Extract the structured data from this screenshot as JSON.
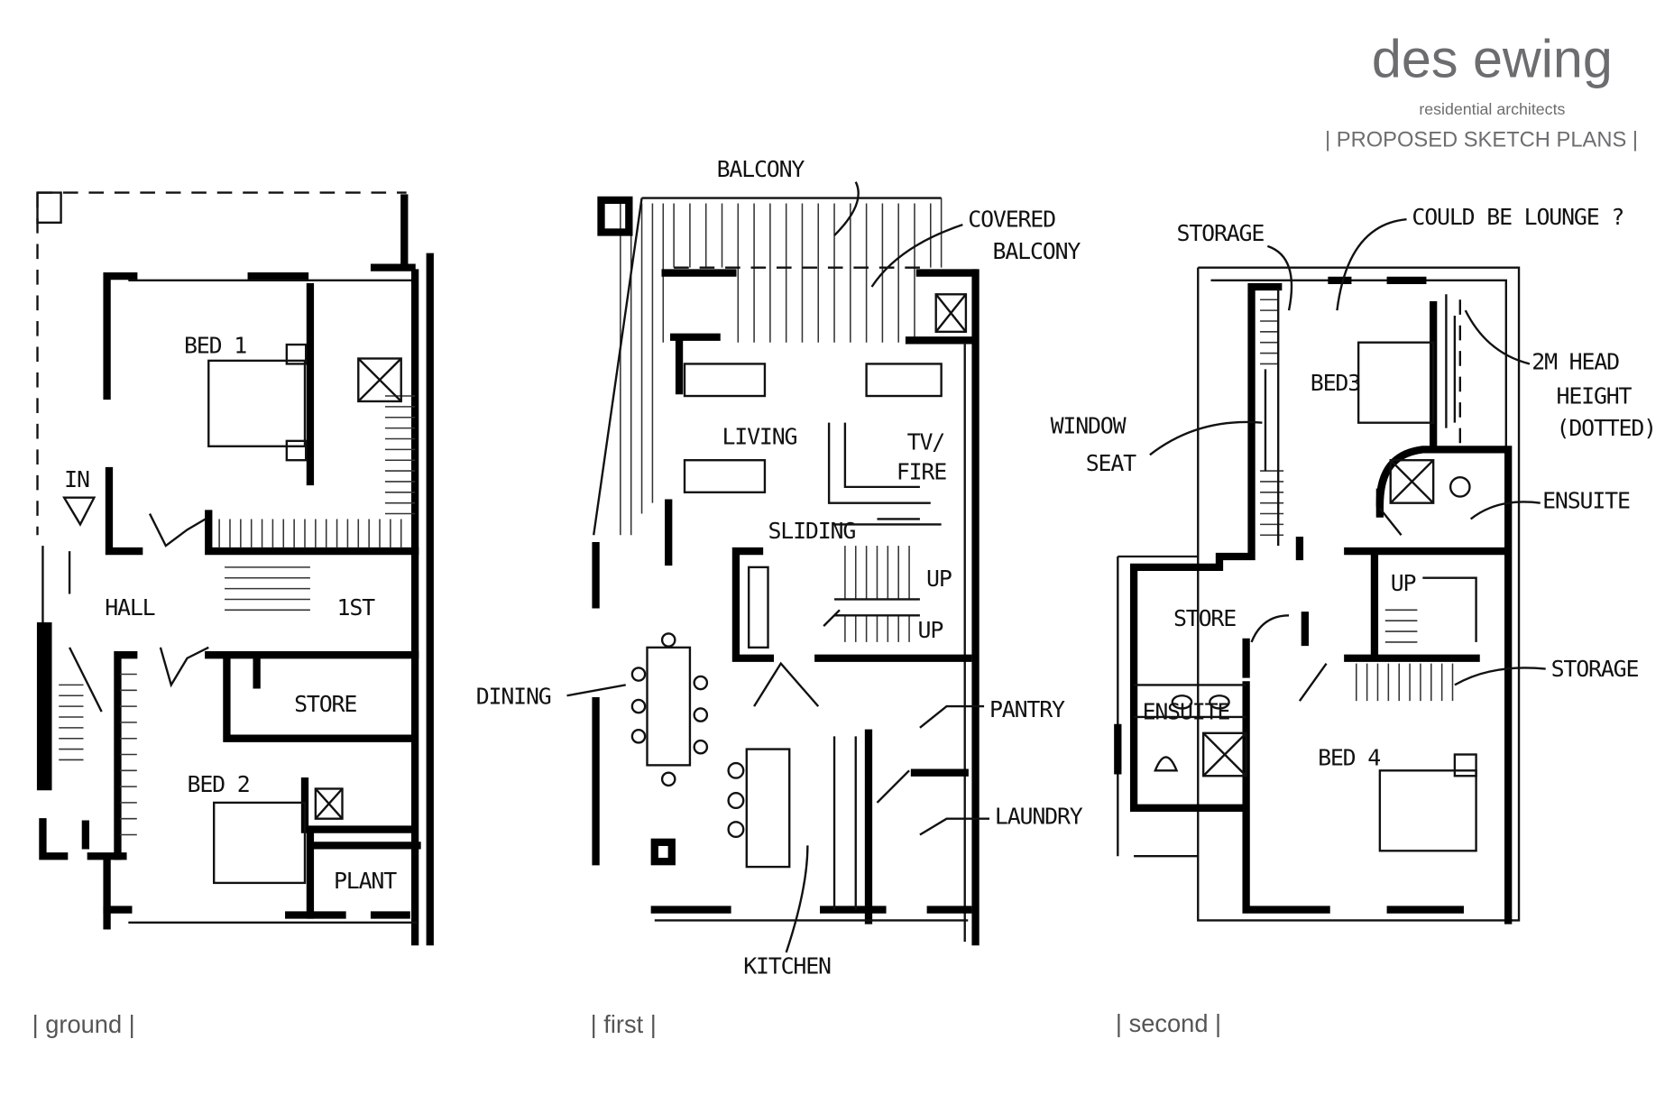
{
  "header": {
    "brand_name": "des ewing",
    "brand_tagline": "residential architects",
    "title": "| PROPOSED SKETCH PLANS |"
  },
  "plans": {
    "ground": {
      "caption": "| ground |",
      "labels": {
        "bed1": "BED 1",
        "in": "IN",
        "hall": "HALL",
        "first": "1ST",
        "store": "STORE",
        "bed2": "BED 2",
        "plant": "PLANT"
      }
    },
    "first": {
      "caption": "| first |",
      "labels": {
        "balcony": "BALCONY",
        "covered_balcony_1": "COVERED",
        "covered_balcony_2": "BALCONY",
        "living": "LIVING",
        "tv_fire_1": "TV/",
        "tv_fire_2": "FIRE",
        "sliding": "SLIDING",
        "up1": "UP",
        "up2": "UP",
        "dining": "DINING",
        "pantry": "PANTRY",
        "laundry": "LAUNDRY",
        "kitchen": "KITCHEN"
      }
    },
    "second": {
      "caption": "| second |",
      "labels": {
        "storage_top": "STORAGE",
        "lounge": "COULD BE LOUNGE ?",
        "bed3": "BED3",
        "head_1": "2M HEAD",
        "head_2": "HEIGHT",
        "head_3": "(DOTTED)",
        "window_1": "WINDOW",
        "window_2": "SEAT",
        "ensuite_right": "ENSUITE",
        "store": "STORE",
        "up": "UP",
        "storage_right": "STORAGE",
        "ensuite_left": "ENSUITE",
        "bed4": "BED 4"
      }
    }
  }
}
